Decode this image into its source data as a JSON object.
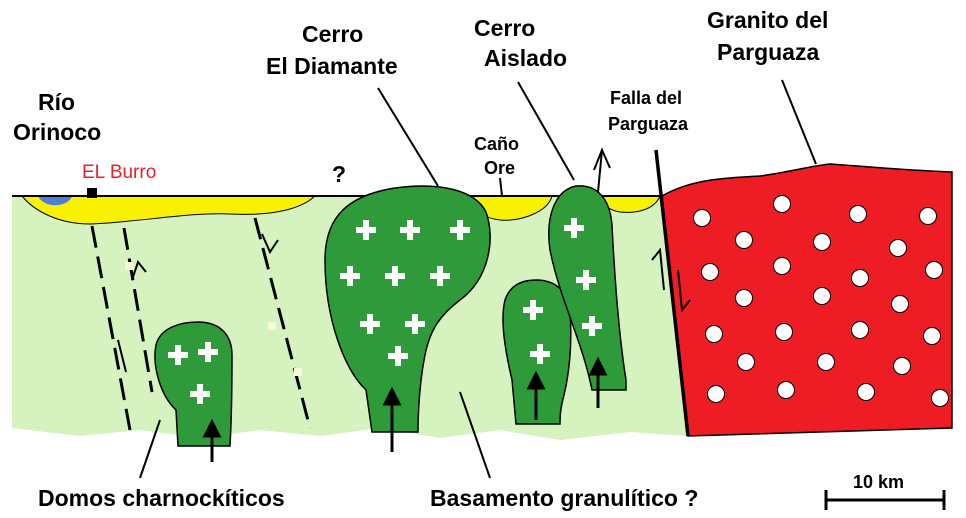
{
  "colors": {
    "basement": "#d6f2bf",
    "sediment": "#f8f200",
    "dome": "#2f9a3a",
    "granite": "#ee1c24",
    "river": "#4f7fd6",
    "town": "#e8202a"
  },
  "labels": {
    "rio_line1": "Río",
    "rio_line2": "Orinoco",
    "el_burro": "EL Burro",
    "question": "?",
    "cerro_diamante_line1": "Cerro",
    "cerro_diamante_line2": "El Diamante",
    "cano_line1": "Caño",
    "cano_line2": "Ore",
    "cerro_aislado_line1": "Cerro",
    "cerro_aislado_line2": "Aislado",
    "falla_line1": "Falla del",
    "falla_line2": "Parguaza",
    "granito_line1": "Granito del",
    "granito_line2": "Parguaza",
    "domos": "Domos charnockíticos",
    "basamento": "Basamento granulítico ?",
    "scale": "10 km"
  },
  "icons": {
    "dome_symbol": "plus-sign",
    "granite_symbol": "white-circle",
    "movement": "arrow-up"
  }
}
